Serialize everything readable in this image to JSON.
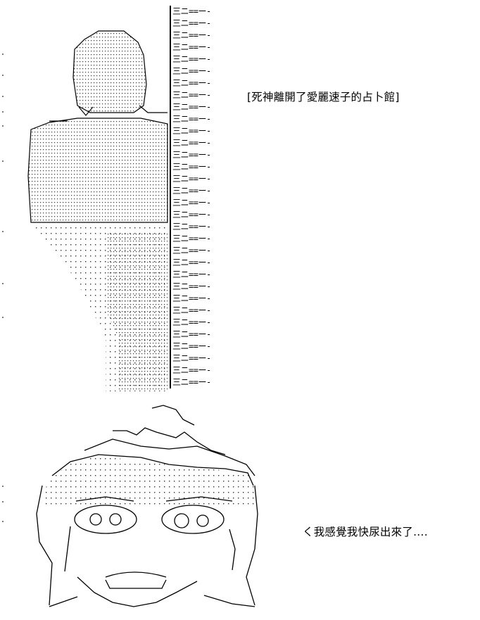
{
  "captions": {
    "top": "[死神離開了愛麗速子的占卜館]",
    "bottom": "く我感覺我快尿出來了…."
  },
  "wall": {
    "line_text": "三ニ==ー‐",
    "line_count": 32
  },
  "icons": {
    "upper_figure": "hooded-figure-silhouette",
    "lower_figure": "crying-face-figure"
  },
  "colors": {
    "ink": "#000000",
    "background": "#ffffff"
  }
}
